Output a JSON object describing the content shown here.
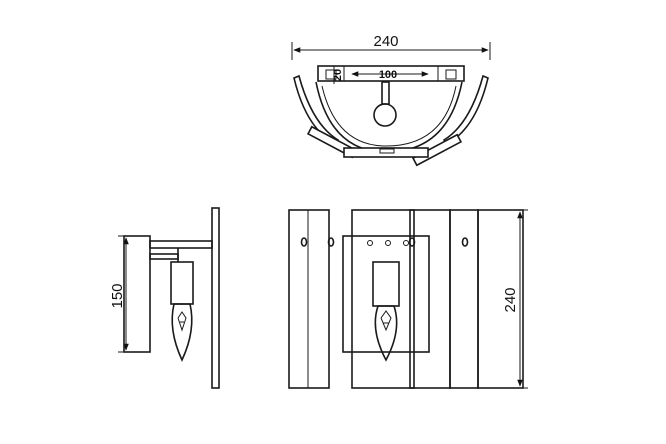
{
  "dimensions": {
    "top_width": "240",
    "top_depth": "20",
    "top_inner_width": "100",
    "side_height": "150",
    "front_height": "240"
  }
}
